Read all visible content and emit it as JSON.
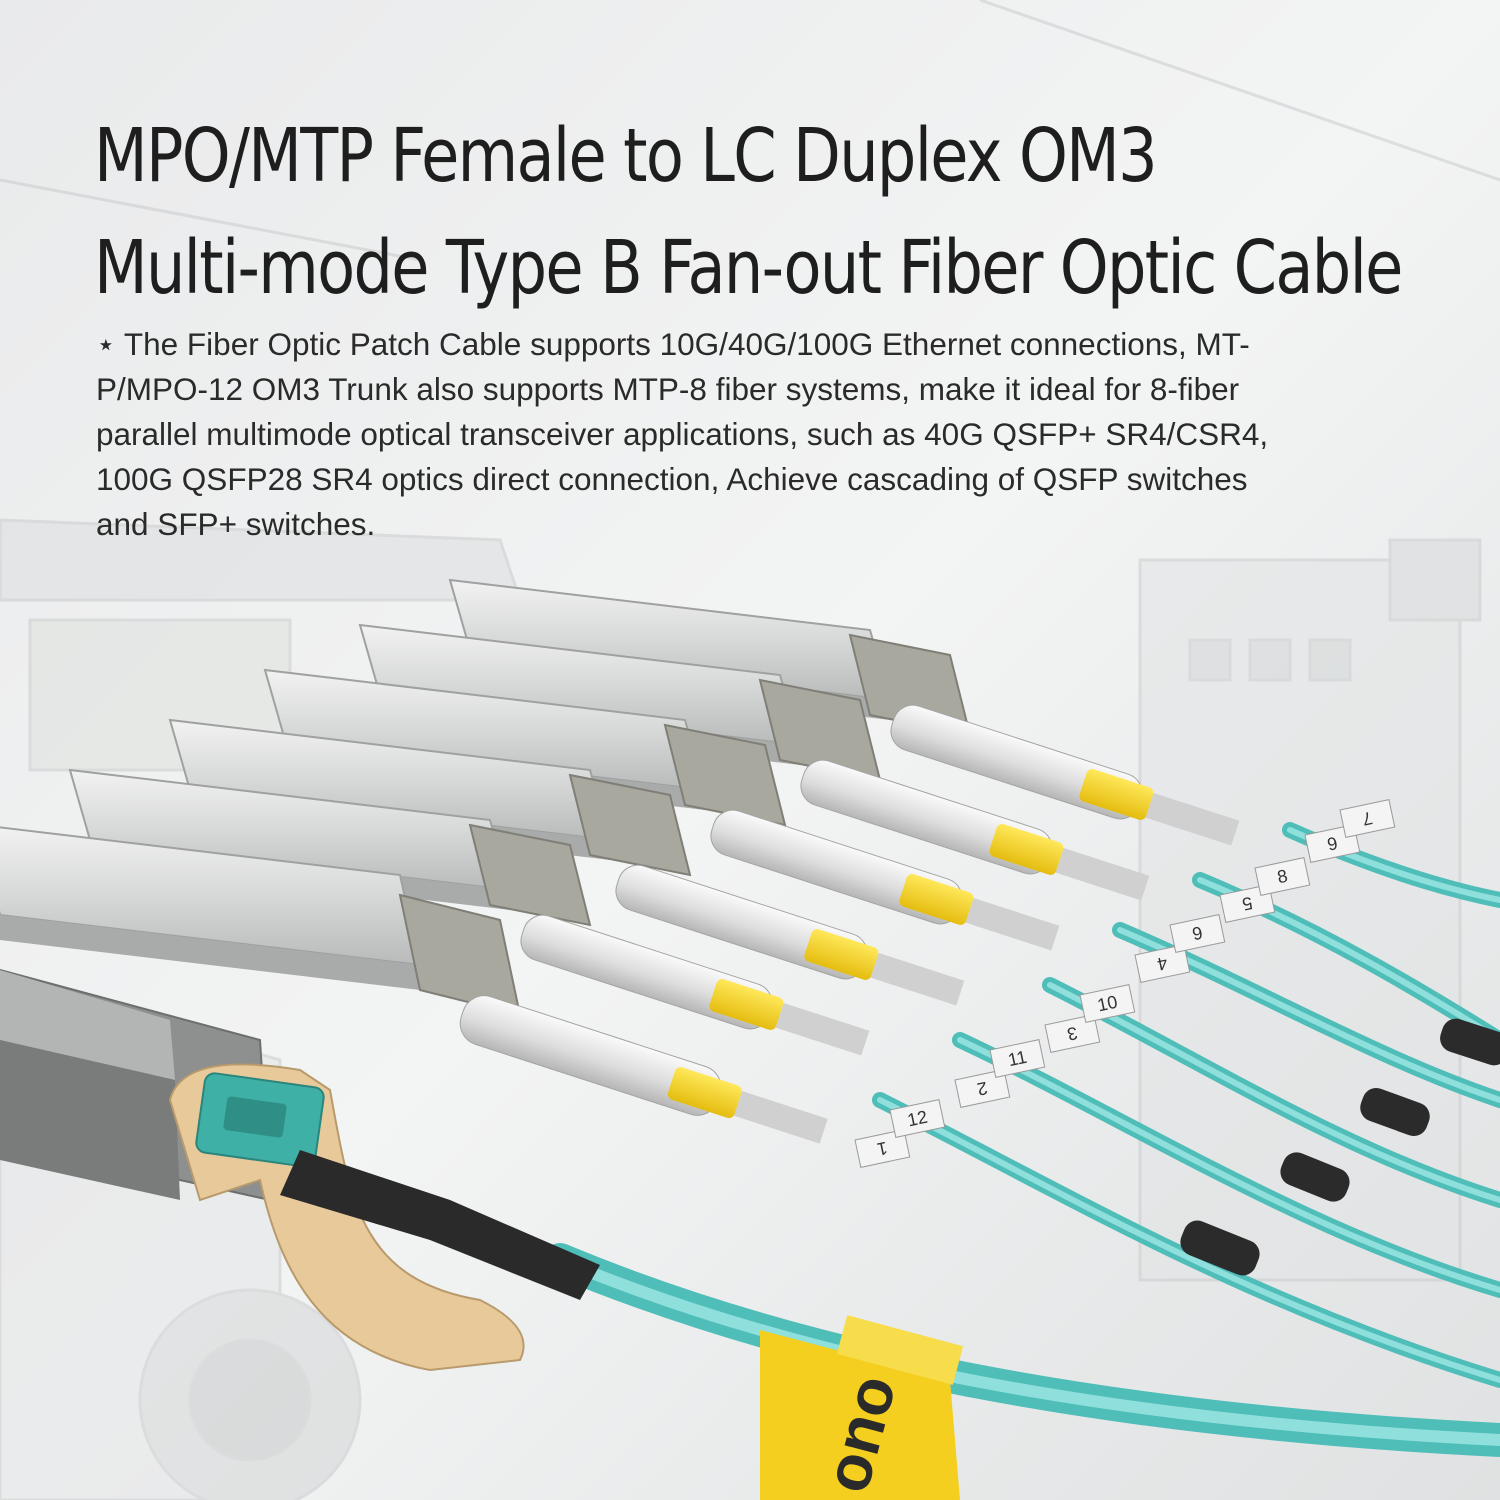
{
  "product": {
    "title_lines": [
      "MPO/MTP Female to LC Duplex OM3",
      "Multi-mode Type B Fan-out Fiber Optic Cable"
    ],
    "description_lines": [
      "⋆ The Fiber Optic Patch Cable supports 10G/40G/100G Ethernet connections, MT-",
      "P/MPO-12 OM3 Trunk also supports MTP-8 fiber systems, make it ideal for 8-fiber",
      "parallel multimode optical transceiver applications, such as 40G QSFP+ SR4/CSR4,",
      "100G QSFP28 SR4 optics direct connection, Achieve cascading of QSFP switches",
      "and SFP+ switches."
    ]
  },
  "fiber_labels": [
    "1",
    "12",
    "2",
    "11",
    "3",
    "10",
    "4",
    "9",
    "5",
    "8",
    "6",
    "7"
  ],
  "brand_label": "ono",
  "colors": {
    "om3_aqua": "#6fd3cf",
    "yellow_sleeve": "#f4d31d",
    "lc_boot": "#d9dad8",
    "sfp_latch": "#a8a89e",
    "mpo_housing": "#3fb0a6",
    "mpo_pull_tab": "#e8c99a"
  }
}
